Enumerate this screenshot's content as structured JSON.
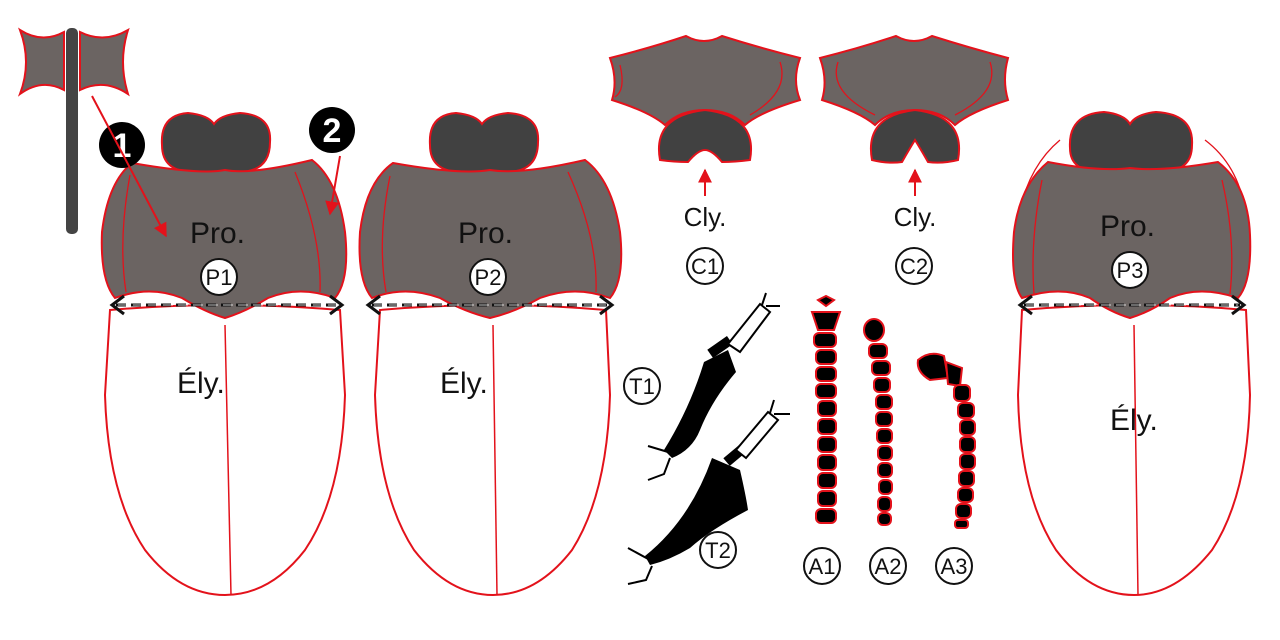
{
  "colors": {
    "outline": "#e3121b",
    "pronotum_fill": "#6b6462",
    "head_fill": "#414141",
    "black": "#000000",
    "white": "#ffffff"
  },
  "icons": [
    "axe-icon",
    "double-arrow-icon",
    "tarsus-icon",
    "antenna-icon"
  ],
  "badges": {
    "one": "1",
    "two": "2"
  },
  "beetles": [
    {
      "pronotum_label": "Pro.",
      "code": "P1",
      "elytra_label": "Ély."
    },
    {
      "pronotum_label": "Pro.",
      "code": "P2",
      "elytra_label": "Ély."
    },
    {
      "pronotum_label": "Pro.",
      "code": "P3",
      "elytra_label": "Ély."
    }
  ],
  "clypeus": [
    {
      "label": "Cly.",
      "code": "C1"
    },
    {
      "label": "Cly.",
      "code": "C2"
    }
  ],
  "tarsi": [
    {
      "code": "T1"
    },
    {
      "code": "T2"
    }
  ],
  "antennae": [
    {
      "code": "A1"
    },
    {
      "code": "A2"
    },
    {
      "code": "A3"
    }
  ]
}
